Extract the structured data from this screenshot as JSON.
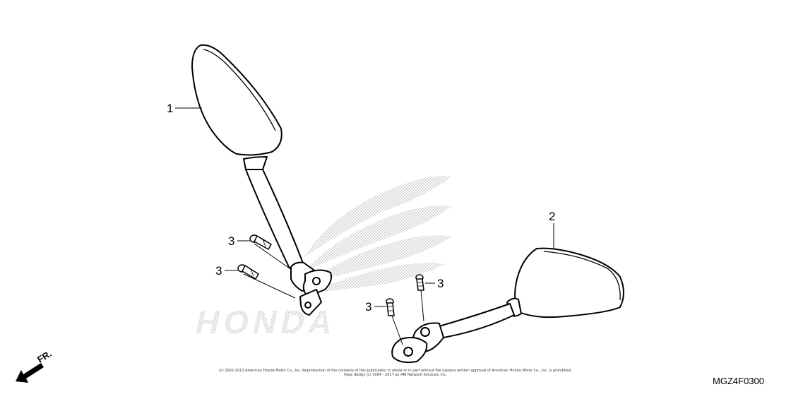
{
  "callouts": {
    "part1": "1",
    "part2": "2",
    "part3_a": "3",
    "part3_b": "3",
    "part3_c": "3",
    "part3_d": "3"
  },
  "watermark_text": "HONDA",
  "direction_label": "FR.",
  "copyright": {
    "line1": "(c) 2002-2013 American Honda Motor Co., Inc. Reproduction of the contents of this publication in whole or in part without the express written approval of American Honda Motor Co., Inc. is prohibited.",
    "line2": "Page design (c) 2004 - 2017 by ARI Network Services, Inc."
  },
  "diagram_code": "MGZ4F0300"
}
